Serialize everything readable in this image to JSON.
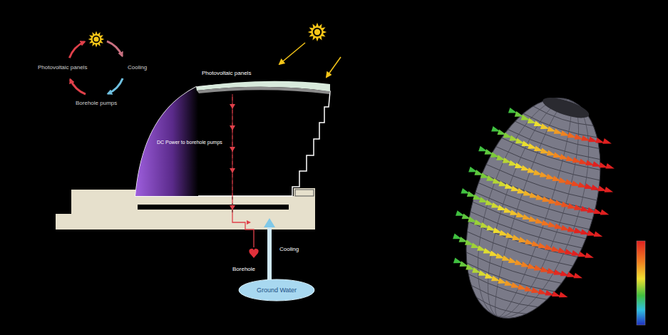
{
  "diagram": {
    "nodes": [
      {
        "text": [
          "Ground Water"
        ]
      }
    ],
    "labels": [
      "Photovoltaic panels",
      "Cooling",
      "Borehole pumps",
      "Photovoltaic panels",
      "DC Power to borehole pumps",
      "Cooling",
      "Borehole"
    ]
  }
}
